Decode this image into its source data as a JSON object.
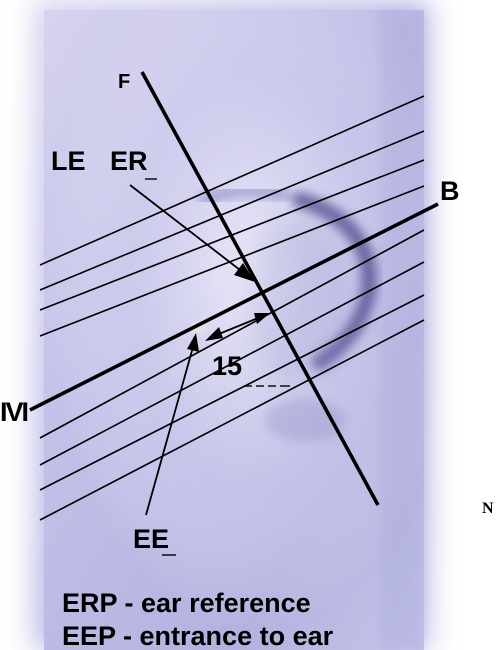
{
  "labels": {
    "f": "F",
    "le": "LE",
    "er": "ER",
    "b": "B",
    "m": "IVI",
    "distance": "15",
    "ee": "EE",
    "n": "N"
  },
  "captions": {
    "erp": "ERP - ear reference",
    "eep": "EEP - entrance to ear"
  },
  "colors": {
    "photo_light": "#e3e1f3",
    "photo_dark": "#aeaede",
    "line": "#000000"
  }
}
